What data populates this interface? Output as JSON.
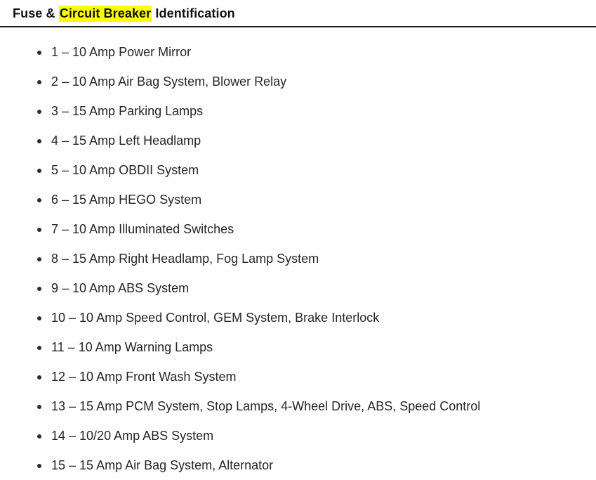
{
  "heading": {
    "prefix": "Fuse & ",
    "highlight": "Circuit Breaker",
    "suffix": " Identification",
    "highlight_color": "#ffff00",
    "text_color": "#111111"
  },
  "fuse_list": {
    "bullet_icon": "disc-bullet-icon",
    "items": [
      {
        "number": "1",
        "separator": "–",
        "rating": "10 Amp",
        "text": "1 – 10 Amp Power Mirror"
      },
      {
        "number": "2",
        "separator": "–",
        "rating": "10 Amp",
        "text": "2 – 10 Amp Air Bag System, Blower Relay"
      },
      {
        "number": "3",
        "separator": "–",
        "rating": "15 Amp",
        "text": "3 – 15 Amp Parking Lamps"
      },
      {
        "number": "4",
        "separator": "–",
        "rating": "15 Amp",
        "text": "4 – 15 Amp Left Headlamp"
      },
      {
        "number": "5",
        "separator": "–",
        "rating": "10 Amp",
        "text": "5 – 10 Amp OBDII System"
      },
      {
        "number": "6",
        "separator": "–",
        "rating": "15 Amp",
        "text": "6 – 15 Amp HEGO System"
      },
      {
        "number": "7",
        "separator": "–",
        "rating": "10 Amp",
        "text": "7 – 10 Amp Illuminated Switches"
      },
      {
        "number": "8",
        "separator": "–",
        "rating": "15 Amp",
        "text": "8 – 15 Amp Right Headlamp, Fog Lamp System"
      },
      {
        "number": "9",
        "separator": "–",
        "rating": "10 Amp",
        "text": "9 – 10 Amp ABS System"
      },
      {
        "number": "10",
        "separator": "–",
        "rating": "10 Amp",
        "text": "10 – 10 Amp Speed Control, GEM System, Brake Interlock"
      },
      {
        "number": "11",
        "separator": "–",
        "rating": "10 Amp",
        "text": "11 – 10 Amp Warning Lamps"
      },
      {
        "number": "12",
        "separator": "–",
        "rating": "10 Amp",
        "text": "12 – 10 Amp Front Wash System"
      },
      {
        "number": "13",
        "separator": "–",
        "rating": "15 Amp",
        "text": "13 – 15 Amp PCM System, Stop Lamps, 4-Wheel Drive, ABS, Speed Control"
      },
      {
        "number": "14",
        "separator": "–",
        "rating": "10/20 Amp",
        "text": "14 – 10/20 Amp ABS System"
      },
      {
        "number": "15",
        "separator": "–",
        "rating": "15 Amp",
        "text": "15 – 15 Amp Air Bag System, Alternator"
      }
    ]
  }
}
